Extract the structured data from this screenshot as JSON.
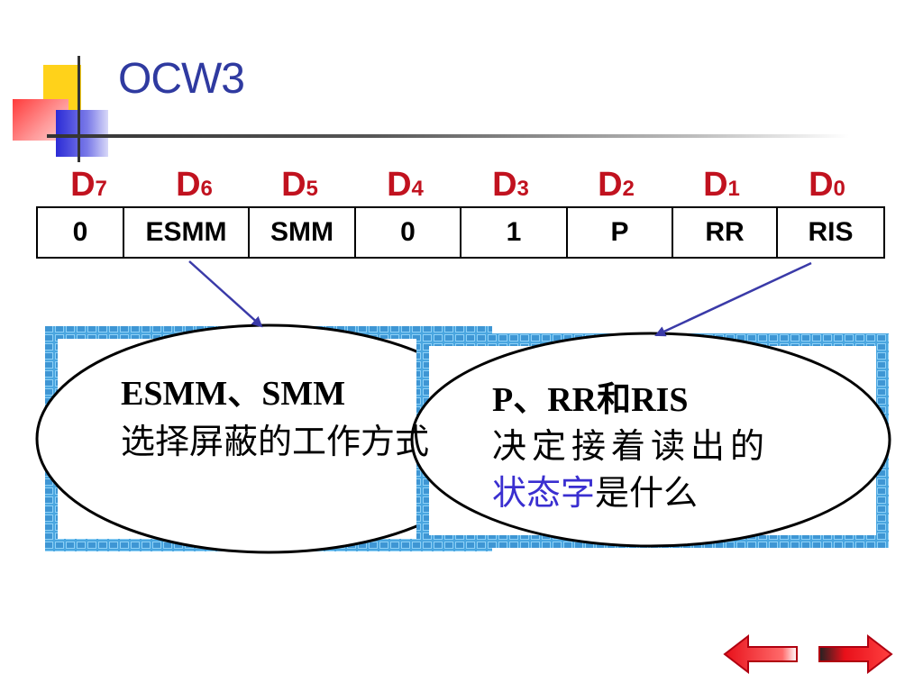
{
  "page": {
    "title": "OCW3"
  },
  "bit_labels": [
    {
      "base": "D",
      "index": "7"
    },
    {
      "base": "D",
      "index": "6"
    },
    {
      "base": "D",
      "index": "5"
    },
    {
      "base": "D",
      "index": "4"
    },
    {
      "base": "D",
      "index": "3"
    },
    {
      "base": "D",
      "index": "2"
    },
    {
      "base": "D",
      "index": "1"
    },
    {
      "base": "D",
      "index": "0"
    }
  ],
  "register": [
    "0",
    "ESMM",
    "SMM",
    "0",
    "1",
    "P",
    "RR",
    "RIS"
  ],
  "callout_left": {
    "line1": "ESMM、SMM",
    "line2": "选择屏蔽的工作方式"
  },
  "callout_right": {
    "line1": "P、RR和RIS",
    "line2": "决定接着读出的",
    "line3_highlight": "状态字",
    "line3_rest": "是什么"
  },
  "colors": {
    "title": "#2f3aa0",
    "bit_label": "#c1121f",
    "highlight": "#3a2fd0",
    "nav_arrow": "#e8101a"
  },
  "icons": {
    "prev": "arrow-left-icon",
    "next": "arrow-right-icon"
  }
}
